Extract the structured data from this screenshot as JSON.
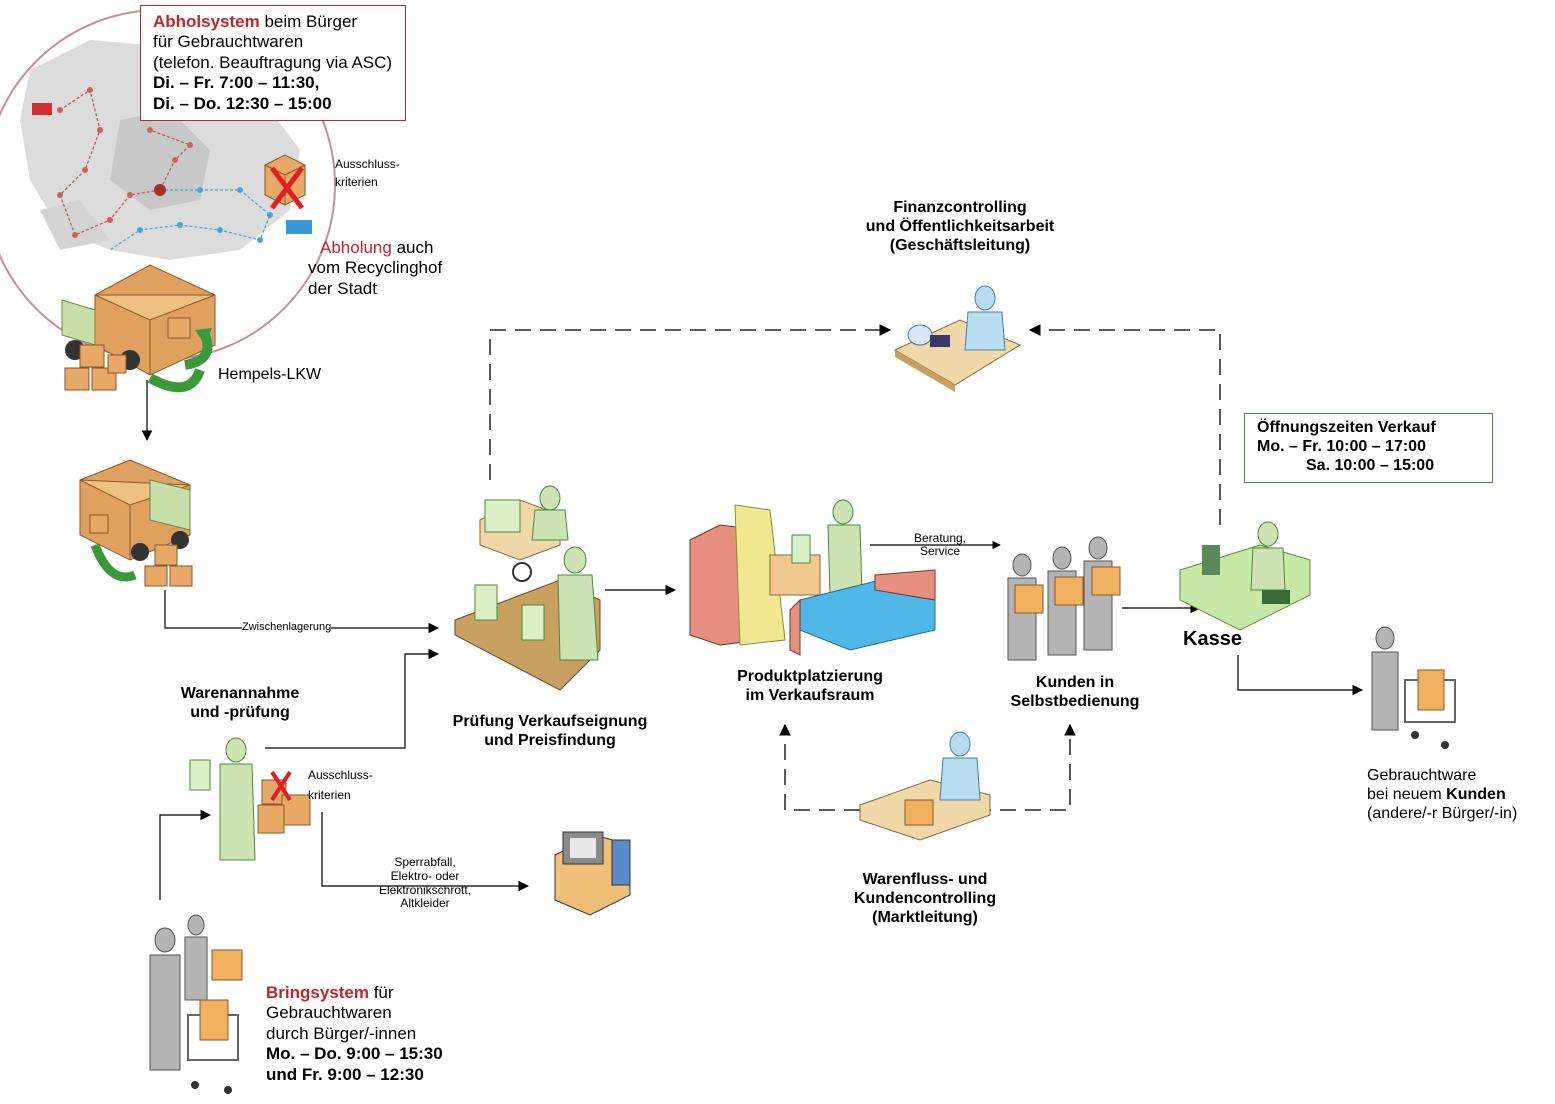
{
  "pickup": {
    "title": "Abholsystem",
    "line1_rest": " beim Bürger",
    "line2": "für Gebrauchtwaren",
    "line3": "(telefon. Beauftragung via ASC)",
    "hours1": "Di. – Fr. 7:00 – 11:30,",
    "hours2": "Di. – Do. 12:30 – 15:00"
  },
  "exclusion_top": {
    "line1": "Ausschluss-",
    "line2": "kriterien"
  },
  "recycling": {
    "red": "Abholung",
    "rest1": " auch",
    "line2": "vom Recyclinghof",
    "line3": "der Stadt"
  },
  "truck_label": "Hempels-LKW",
  "interim": "Zwischenlagerung",
  "finance": {
    "line1": "Finanzcontrolling",
    "line2": "und Öffentlichkeitsarbeit",
    "line3": "(Geschäftsleitung)"
  },
  "hours_sale": {
    "title": "Öffnungszeiten Verkauf",
    "line1": "Mo. – Fr. 10:00 – 17:00",
    "line2": "Sa. 10:00 – 15:00"
  },
  "check": {
    "line1": "Prüfung Verkaufseignung",
    "line2": "und Preisfindung"
  },
  "placement": {
    "line1": "Produktplatzierung",
    "line2": "im Verkaufsraum"
  },
  "advice": {
    "line1": "Beratung,",
    "line2": "Service"
  },
  "customers": {
    "line1": "Kunden in",
    "line2": "Selbstbedienung"
  },
  "cashier": "Kasse",
  "goods_in": {
    "line1": "Warenannahme",
    "line2": "und -prüfung"
  },
  "exclusion_mid": {
    "line1": "Ausschluss-",
    "line2": "kriterien"
  },
  "disposal": {
    "line1": "Sperrabfall,",
    "line2": "Elektro- oder",
    "line3": "Elektronikschrott,",
    "line4": "Altkleider"
  },
  "flow_control": {
    "line1": "Warenfluss- und",
    "line2": "Kundencontrolling",
    "line3": "(Marktleitung)"
  },
  "new_customer": {
    "line1": "Gebrauchtware",
    "line2_pre": "bei neuem ",
    "line2_bold": "Kunden",
    "line3": "(andere/-r Bürger/-in)"
  },
  "bring": {
    "title": "Bringsystem",
    "rest1": " für",
    "line2": "Gebrauchtwaren",
    "line3": "durch Bürger/-innen",
    "hours1": "Mo. – Do. 9:00 – 15:30",
    "hours2": "und Fr. 9:00 – 12:30"
  },
  "colors": {
    "accent_red": "#c0272d",
    "green_box": "#4e8a3a",
    "box_orange": "#e0a060",
    "figure_green": "#cde3b4",
    "figure_blue": "#b8dcf0",
    "figure_gray": "#b4b4b4"
  }
}
